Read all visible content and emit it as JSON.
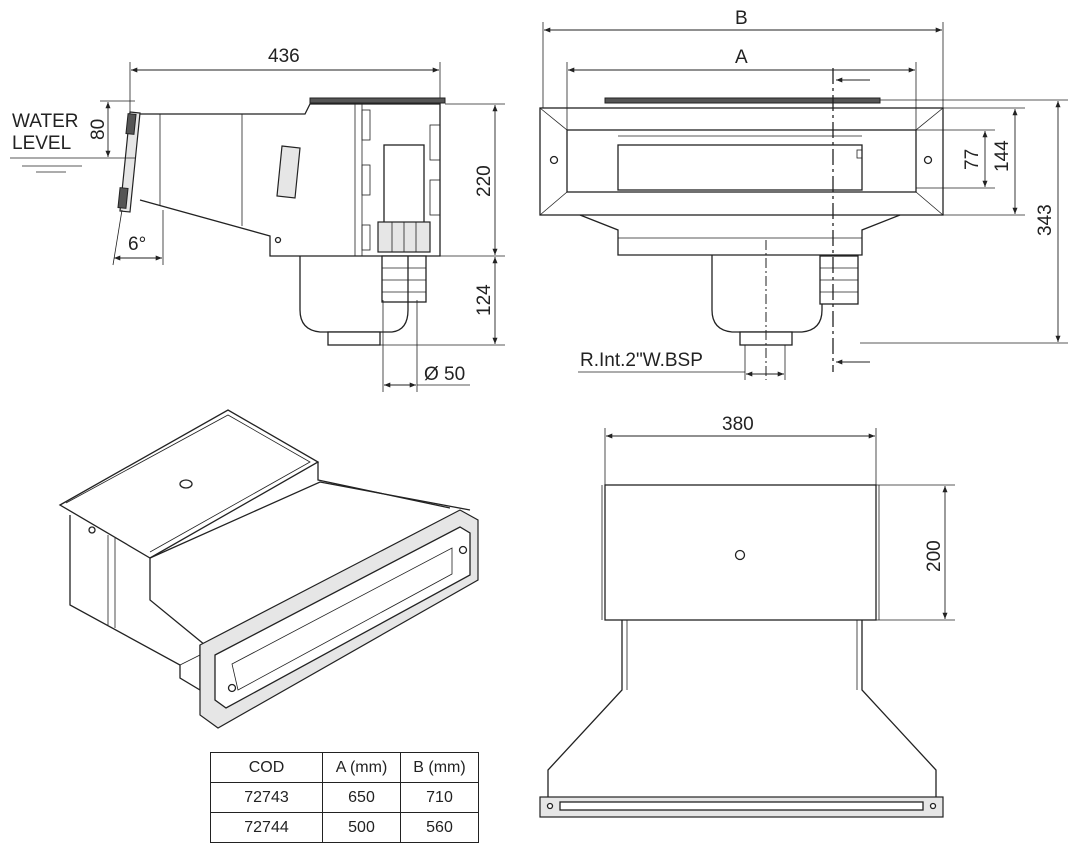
{
  "side_view": {
    "dim_length": "436",
    "dim_height": "220",
    "dim_pot_depth": "124",
    "dim_diameter": "Ø 50",
    "dim_water_offset": "80",
    "water_level_label_line1": "WATER",
    "water_level_label_line2": "LEVEL",
    "angle": "6°"
  },
  "front_view": {
    "dim_b": "B",
    "dim_a": "A",
    "dim_opening": "77",
    "dim_frame": "144",
    "dim_total_height": "343",
    "thread_label": "R.Int.2\"W.BSP"
  },
  "top_view": {
    "dim_width": "380",
    "dim_depth": "200"
  },
  "table": {
    "headers": [
      "COD",
      "A (mm)",
      "B (mm)"
    ],
    "rows": [
      [
        "72743",
        "650",
        "710"
      ],
      [
        "72744",
        "500",
        "560"
      ]
    ]
  }
}
